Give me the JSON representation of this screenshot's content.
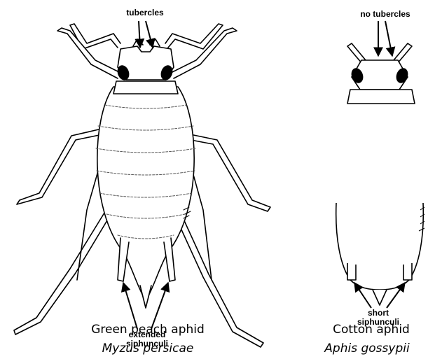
{
  "labels": {
    "tubercles": "tubercles",
    "no_tubercles": "no tubercles",
    "extended_siphunculi_line1": "extended",
    "extended_siphunculi_line2": "siphunculi",
    "short_siphunculi_line1": "short",
    "short_siphunculi_line2": "siphunculi"
  },
  "species": [
    {
      "common_name": "Green peach aphid",
      "scientific_name": "Myzus persicae"
    },
    {
      "common_name": "Cotton aphid",
      "scientific_name": "Aphis gossypii"
    }
  ],
  "colors": {
    "ink": "#000000",
    "background": "#ffffff"
  }
}
